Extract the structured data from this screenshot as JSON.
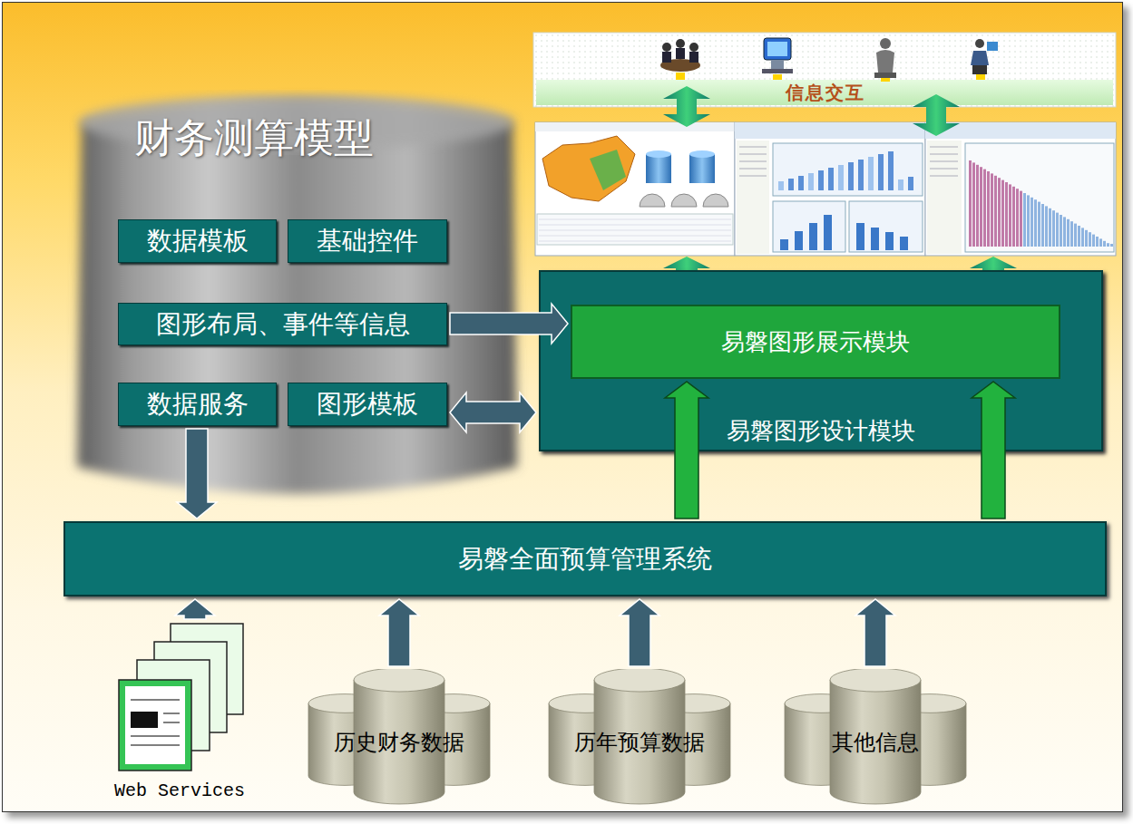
{
  "diagram": {
    "nodes": [
      {
        "text": [
          "财务测算模型"
        ]
      },
      {
        "text": [
          "数据模板"
        ],
        "in": 0
      },
      {
        "text": [
          "基础控件"
        ],
        "in": 0
      },
      {
        "text": [
          "图形布局、事件等信息"
        ],
        "in": 0
      },
      {
        "text": [
          "数据服务"
        ],
        "in": 0
      },
      {
        "text": [
          "图形模板"
        ],
        "in": 0
      },
      {
        "text": [
          "信息交互"
        ]
      },
      {
        "text": [
          "易磐图形设计模块"
        ]
      },
      {
        "text": [
          "易磐图形展示模块"
        ],
        "in": 7
      },
      {
        "text": [
          "易磐全面预算管理系统"
        ]
      },
      {
        "text": [
          "Web Services"
        ]
      },
      {
        "text": [
          "历史财务数据"
        ]
      },
      {
        "text": [
          "历年预算数据"
        ]
      },
      {
        "text": [
          "其他信息"
        ]
      }
    ],
    "edges": [
      {
        "from": 3,
        "to": 8,
        "arrow": "to"
      },
      {
        "from": 5,
        "to": 7,
        "arrow": "both"
      },
      {
        "from": 4,
        "to": 9,
        "arrow": "to"
      },
      {
        "from": 9,
        "to": 8,
        "arrow": "to"
      },
      {
        "from": 9,
        "to": 8,
        "arrow": "to"
      },
      {
        "from": 10,
        "to": 9,
        "arrow": "to"
      },
      {
        "from": 11,
        "to": 9,
        "arrow": "to"
      },
      {
        "from": 12,
        "to": 9,
        "arrow": "to"
      },
      {
        "from": 13,
        "to": 9,
        "arrow": "to"
      }
    ]
  }
}
